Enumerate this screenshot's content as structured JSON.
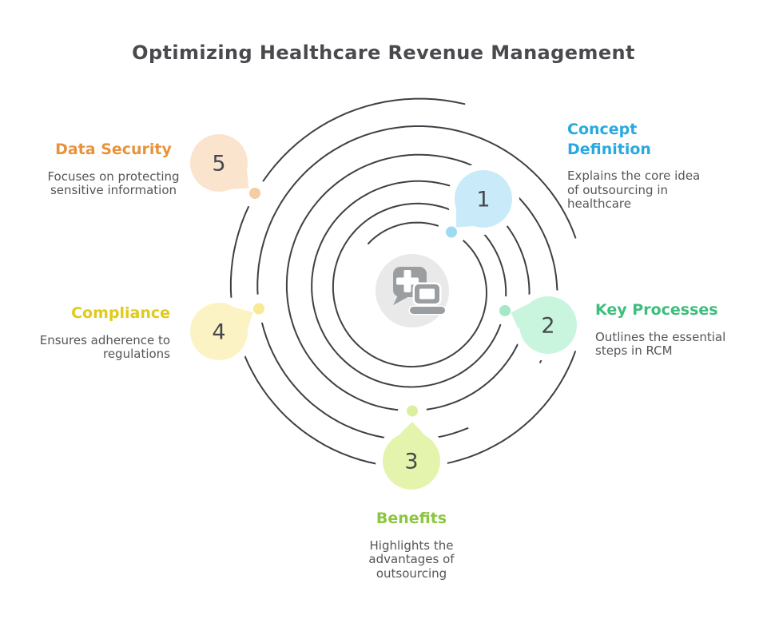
{
  "title": "Optimizing Healthcare Revenue Management",
  "colors": {
    "spiral_stroke": "#3F4045",
    "title": "#4A4A4E",
    "body_text": "#55565A",
    "number": "#47484D",
    "center_circle": "#E9E9EA",
    "center_icon": "#9B9EA1",
    "white": "#FFFFFF"
  },
  "center": {
    "icon": "medical-chat-laptop-icon"
  },
  "items": [
    {
      "number": "1",
      "heading": "Concept\nDefinition",
      "description": "Explains the core idea\nof outsourcing in\nhealthcare",
      "heading_color": "#29A9E0",
      "bubble_color": "#C8EAF9",
      "dot_color": "#9FD9F2"
    },
    {
      "number": "2",
      "heading": "Key Processes",
      "description": "Outlines the essential\nsteps in RCM",
      "heading_color": "#3CBE7D",
      "bubble_color": "#C9F4DE",
      "dot_color": "#A5E8C6"
    },
    {
      "number": "3",
      "heading": "Benefits",
      "description": "Highlights the\nadvantages of\noutsourcing",
      "heading_color": "#8CC63F",
      "bubble_color": "#E4F4AC",
      "dot_color": "#DCEF9E"
    },
    {
      "number": "4",
      "heading": "Compliance",
      "description": "Ensures adherence to\nregulations",
      "heading_color": "#E0CA1C",
      "bubble_color": "#FCF3C4",
      "dot_color": "#F8E992"
    },
    {
      "number": "5",
      "heading": "Data Security",
      "description": "Focuses on protecting\nsensitive information",
      "heading_color": "#E8933C",
      "bubble_color": "#FBE4CD",
      "dot_color": "#F5CDA4"
    }
  ]
}
